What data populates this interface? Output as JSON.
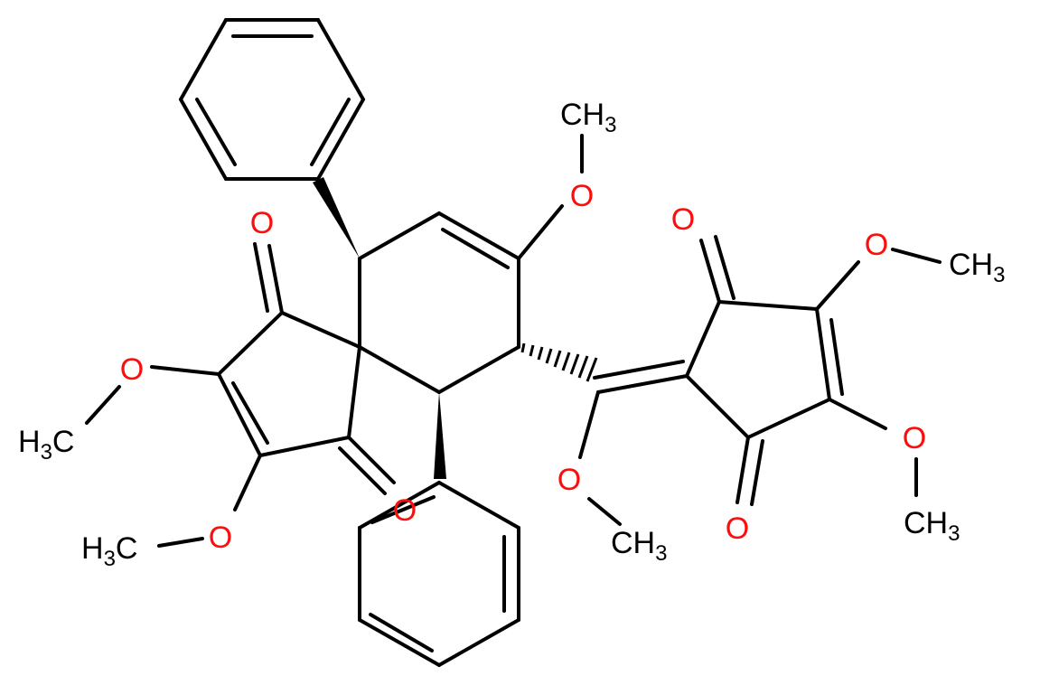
{
  "colors": {
    "bond": "#000000",
    "oxygen": "#ff0d0d",
    "carbon_label": "#000000",
    "background": "#ffffff"
  },
  "atoms": {
    "o_ketone_top": "O",
    "o_ketone_bottom": "O",
    "o_methoxy_left_top": "O",
    "o_methoxy_left_bottom": "O",
    "o_methoxy_ring": "O",
    "o_methoxy_bridge": "O",
    "o_dione_top": "O",
    "o_dione_bottom": "O",
    "o_methoxy_right_top": "O",
    "o_methoxy_right_bottom": "O",
    "methyl_left_top": {
      "main": "H",
      "sub": "3",
      "tail": "C"
    },
    "methyl_left_bottom": {
      "main": "H",
      "sub": "3",
      "tail": "C"
    },
    "methyl_ring_top": {
      "main": "CH",
      "sub": "3"
    },
    "methyl_bridge": {
      "main": "CH",
      "sub": "3"
    },
    "methyl_right_top": {
      "main": "CH",
      "sub": "3"
    },
    "methyl_right_bottom": {
      "main": "CH",
      "sub": "3"
    }
  }
}
